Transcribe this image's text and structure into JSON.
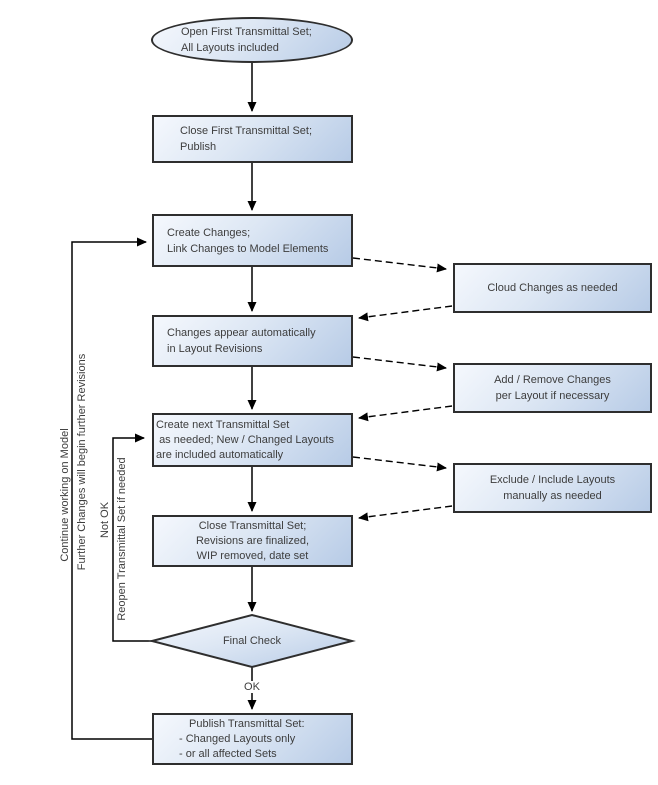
{
  "flowchart": {
    "nodes": {
      "start": "Open First Transmittal Set;\nAll Layouts included",
      "close_first": "Close First Transmittal Set;\nPublish",
      "create_changes": "Create Changes;\nLink Changes to Model Elements",
      "changes_appear": "Changes appear automatically\nin Layout Revisions",
      "create_next": "Create next Transmittal Set\n as needed; New / Changed Layouts\nare included automatically",
      "close_set": "Close Transmittal Set;\nRevisions are finalized,\nWIP removed, date set",
      "final_check": "Final Check",
      "publish": "Publish Transmittal Set:\n- Changed Layouts only\n- or all affected Sets",
      "cloud_changes": "Cloud Changes as needed",
      "add_remove": "Add / Remove Changes\nper Layout if necessary",
      "exclude_include": "Exclude / Include Layouts\nmanually as needed"
    },
    "edge_labels": {
      "ok": "OK",
      "not_ok": "Not OK",
      "reopen": "Reopen Transmittal Set if needed",
      "continue_model": "Continue working on Model",
      "further_changes": "Further Changes will begin further Revisions"
    },
    "colors": {
      "fill_light": "#f5f8fd",
      "fill_dark": "#b7cbe6",
      "border": "#2e2e2e",
      "line": "#000000",
      "text": "#3d3d3d"
    }
  }
}
